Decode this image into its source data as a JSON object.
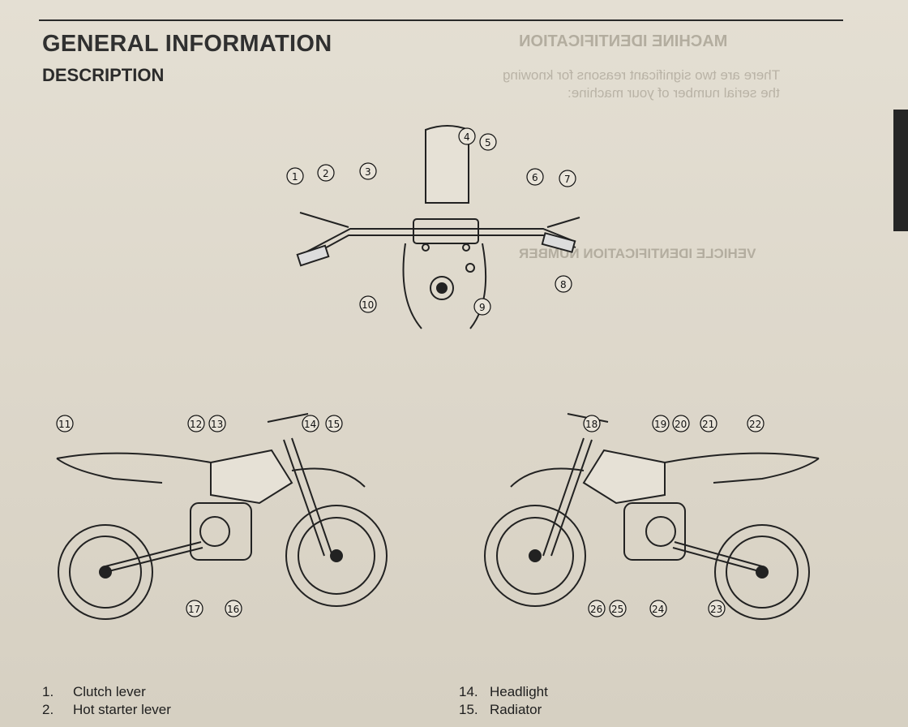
{
  "header": {
    "section_title": "GENERAL INFORMATION",
    "subsection_title": "DESCRIPTION"
  },
  "callouts": {
    "top_view": [
      "1",
      "2",
      "3",
      "4",
      "5",
      "6",
      "7",
      "8",
      "9",
      "10"
    ],
    "left_side": [
      "11",
      "12",
      "13",
      "14",
      "15",
      "16",
      "17"
    ],
    "right_side": [
      "18",
      "19",
      "20",
      "21",
      "22",
      "23",
      "24",
      "25",
      "26"
    ]
  },
  "legend": {
    "left": [
      {
        "num": "1.",
        "label": "Clutch lever"
      },
      {
        "num": "2.",
        "label": "Hot starter lever"
      }
    ],
    "right": [
      {
        "num": "14.",
        "label": "Headlight"
      },
      {
        "num": "15.",
        "label": "Radiator"
      }
    ]
  },
  "show_through": {
    "title_right": "MACHINE IDENTIFICATION",
    "paragraph_right": [
      "There are two significant reasons for knowing",
      "the serial number of your machine:"
    ],
    "sub_right": "VEHICLE IDENTIFICATION NUMBER"
  },
  "colors": {
    "ink": "#1d1d1d",
    "paper": "#e0dacd",
    "bleed_text": "#b9b3a6",
    "tab": "#262626"
  }
}
